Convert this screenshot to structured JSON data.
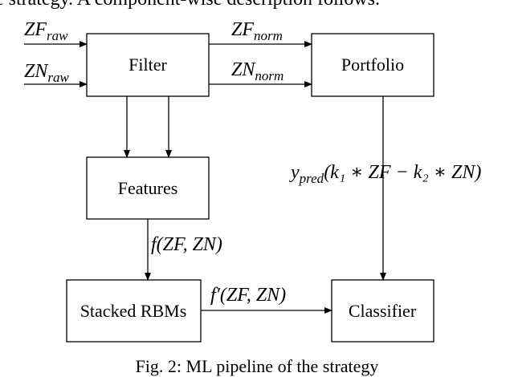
{
  "top_text": "e strategy. A component-wise description follows.",
  "caption": "Fig. 2: ML pipeline of the strategy",
  "nodes": {
    "filter": "Filter",
    "portfolio": "Portfolio",
    "features": "Features",
    "rbms": "Stacked RBMs",
    "classifier": "Classifier"
  },
  "edges": {
    "zf_raw_base": "ZF",
    "zf_raw_sub": "raw",
    "zn_raw_base": "ZN",
    "zn_raw_sub": "raw",
    "zf_norm_base": "ZF",
    "zf_norm_sub": "norm",
    "zn_norm_base": "ZN",
    "zn_norm_sub": "norm",
    "f_label": "f(ZF, ZN)",
    "fprime_label": "f′(ZF, ZN)",
    "ypred_base": "y",
    "ypred_sub": "pred",
    "ypred_rest": "(k₁ ∗ ZF − k₂ ∗ ZN)"
  }
}
